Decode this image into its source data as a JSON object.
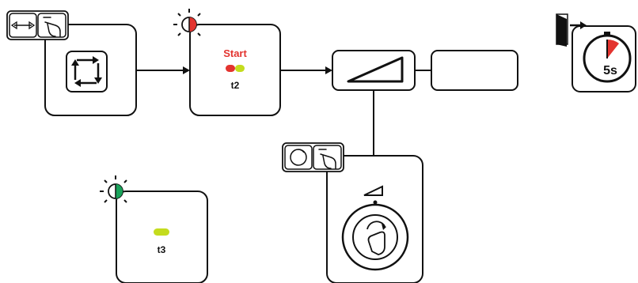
{
  "start_box": {
    "label": "Start",
    "timer": "t2",
    "label_color": "#e3342f"
  },
  "end_box": {
    "timer": "t3"
  },
  "timeout_panel": {
    "label": "5s"
  },
  "colors": {
    "line": "#111111",
    "red": "#e3342f",
    "green": "#19a35a",
    "lime": "#c4dc1e",
    "red_wedge": "#e3342f"
  },
  "icons": {
    "select_toggle": "arrows-and-hand-icon",
    "cycle": "cycle-arrows-icon",
    "indicator_red": "red-led-indicator-icon",
    "indicator_green": "green-led-indicator-icon",
    "ramp": "ramp-slope-icon",
    "adjust": "rotary-knob-and-hand-icon",
    "exit": "exit-door-icon",
    "timer": "stopwatch-icon"
  }
}
